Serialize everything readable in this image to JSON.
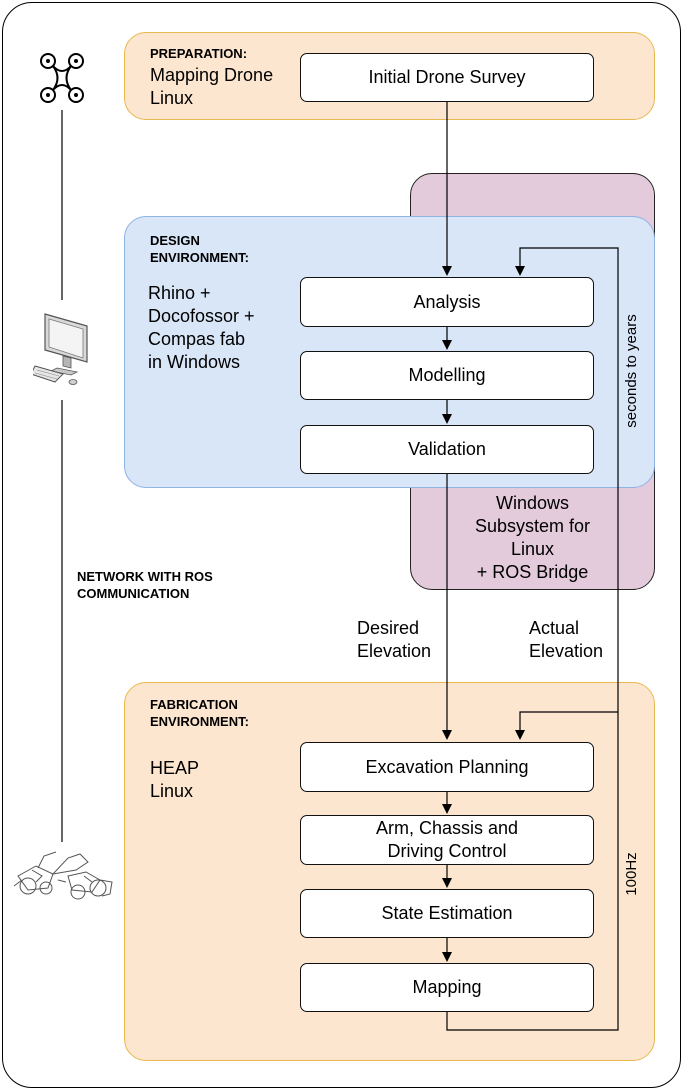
{
  "preparation": {
    "heading": "PREPARATION:",
    "platform_lines": [
      "Mapping Drone",
      "Linux"
    ],
    "steps": [
      "Initial Drone Survey"
    ]
  },
  "design": {
    "heading_lines": [
      "DESIGN",
      "ENVIRONMENT:"
    ],
    "platform_lines": [
      "Rhino +",
      "Docofossor +",
      "Compas fab",
      "in Windows"
    ],
    "steps": [
      "Analysis",
      "Modelling",
      "Validation"
    ]
  },
  "wsl": {
    "lines": [
      "Windows",
      "Subsystem for",
      "Linux",
      "+ ROS Bridge"
    ]
  },
  "network": {
    "lines": [
      "NETWORK WITH ROS",
      "COMMUNICATION"
    ]
  },
  "flows": {
    "desired_lines": [
      "Desired",
      "Elevation"
    ],
    "actual_lines": [
      "Actual",
      "Elevation"
    ],
    "outer_loop_rate": "seconds to years",
    "inner_loop_rate": "100Hz"
  },
  "fabrication": {
    "heading_lines": [
      "FABRICATION",
      "ENVIRONMENT:"
    ],
    "platform_lines": [
      "HEAP",
      "Linux"
    ],
    "steps": [
      "Excavation Planning",
      "Arm, Chassis and",
      "Driving Control",
      "State Estimation",
      "Mapping"
    ]
  },
  "icons": [
    "drone-icon",
    "computer-icon",
    "excavator-icon"
  ]
}
